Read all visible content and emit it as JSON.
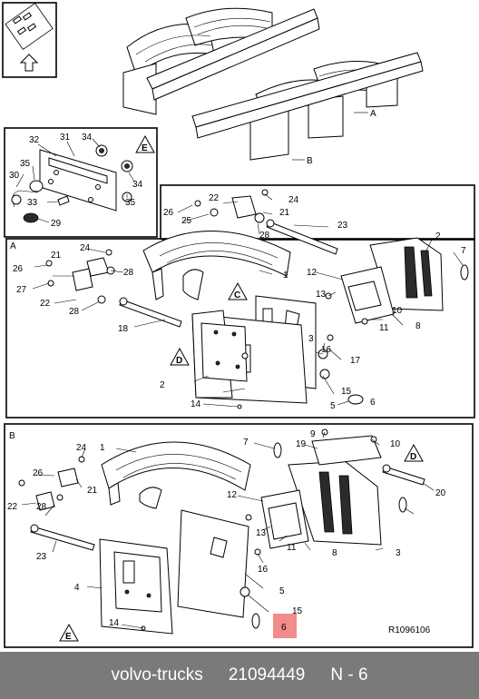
{
  "sections": {
    "a": "A",
    "b": "B"
  },
  "reference_code": "R1096106",
  "highlight_color": "#f28b8b",
  "footer": {
    "brand": "volvo-trucks",
    "part_number": "21094449",
    "position": "N - 6"
  },
  "overview_labels": {
    "a": "A",
    "b": "B"
  },
  "inset_labels": [
    "32",
    "31",
    "34",
    "30",
    "35",
    "34",
    "33",
    "35",
    "29"
  ],
  "panel_a_labels": [
    "26",
    "25",
    "22",
    "24",
    "21",
    "28",
    "23",
    "2",
    "7",
    "1",
    "12",
    "13",
    "10",
    "11",
    "8",
    "24",
    "26",
    "27",
    "21",
    "28",
    "22",
    "28",
    "18",
    "3",
    "16",
    "17",
    "15",
    "2",
    "5",
    "14",
    "6"
  ],
  "panel_b_labels": [
    "9",
    "24",
    "1",
    "10",
    "19",
    "7",
    "20",
    "26",
    "21",
    "22",
    "28",
    "12",
    "13",
    "11",
    "23",
    "8",
    "3",
    "16",
    "4",
    "5",
    "15",
    "14",
    "6"
  ],
  "triangles": {
    "inset_e": "E",
    "a_c": "C",
    "a_d": "D",
    "b_d": "D",
    "b_e": "E"
  }
}
